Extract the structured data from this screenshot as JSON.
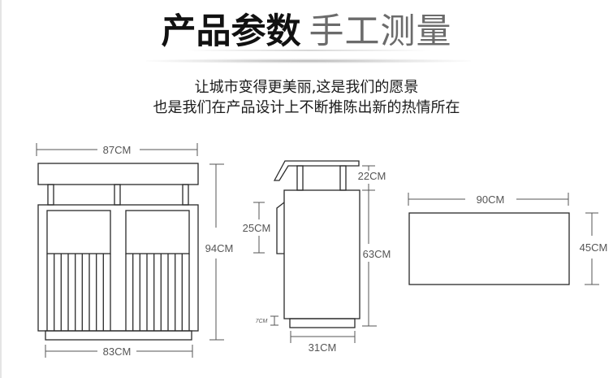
{
  "header": {
    "title_bold": "产品参数",
    "title_light": "手工测量"
  },
  "slogan": {
    "line1": "让城市变得更美丽,这是我们的愿景",
    "line2": "也是我们在产品设计上不断推陈出新的热情所在"
  },
  "front_view": {
    "top_width": "87CM",
    "height": "94CM",
    "base_width": "83CM",
    "slat_count_per_panel": 9
  },
  "side_view": {
    "lid_gap": "22CM",
    "opening_height": "25CM",
    "body_height": "63CM",
    "base_height": "7CM",
    "base_width": "31CM"
  },
  "top_view": {
    "width": "90CM",
    "depth": "45CM"
  },
  "colors": {
    "line": "#2a2a2a",
    "dimension": "#555555",
    "title_dark": "#111111",
    "title_light": "#6b6b6b"
  }
}
